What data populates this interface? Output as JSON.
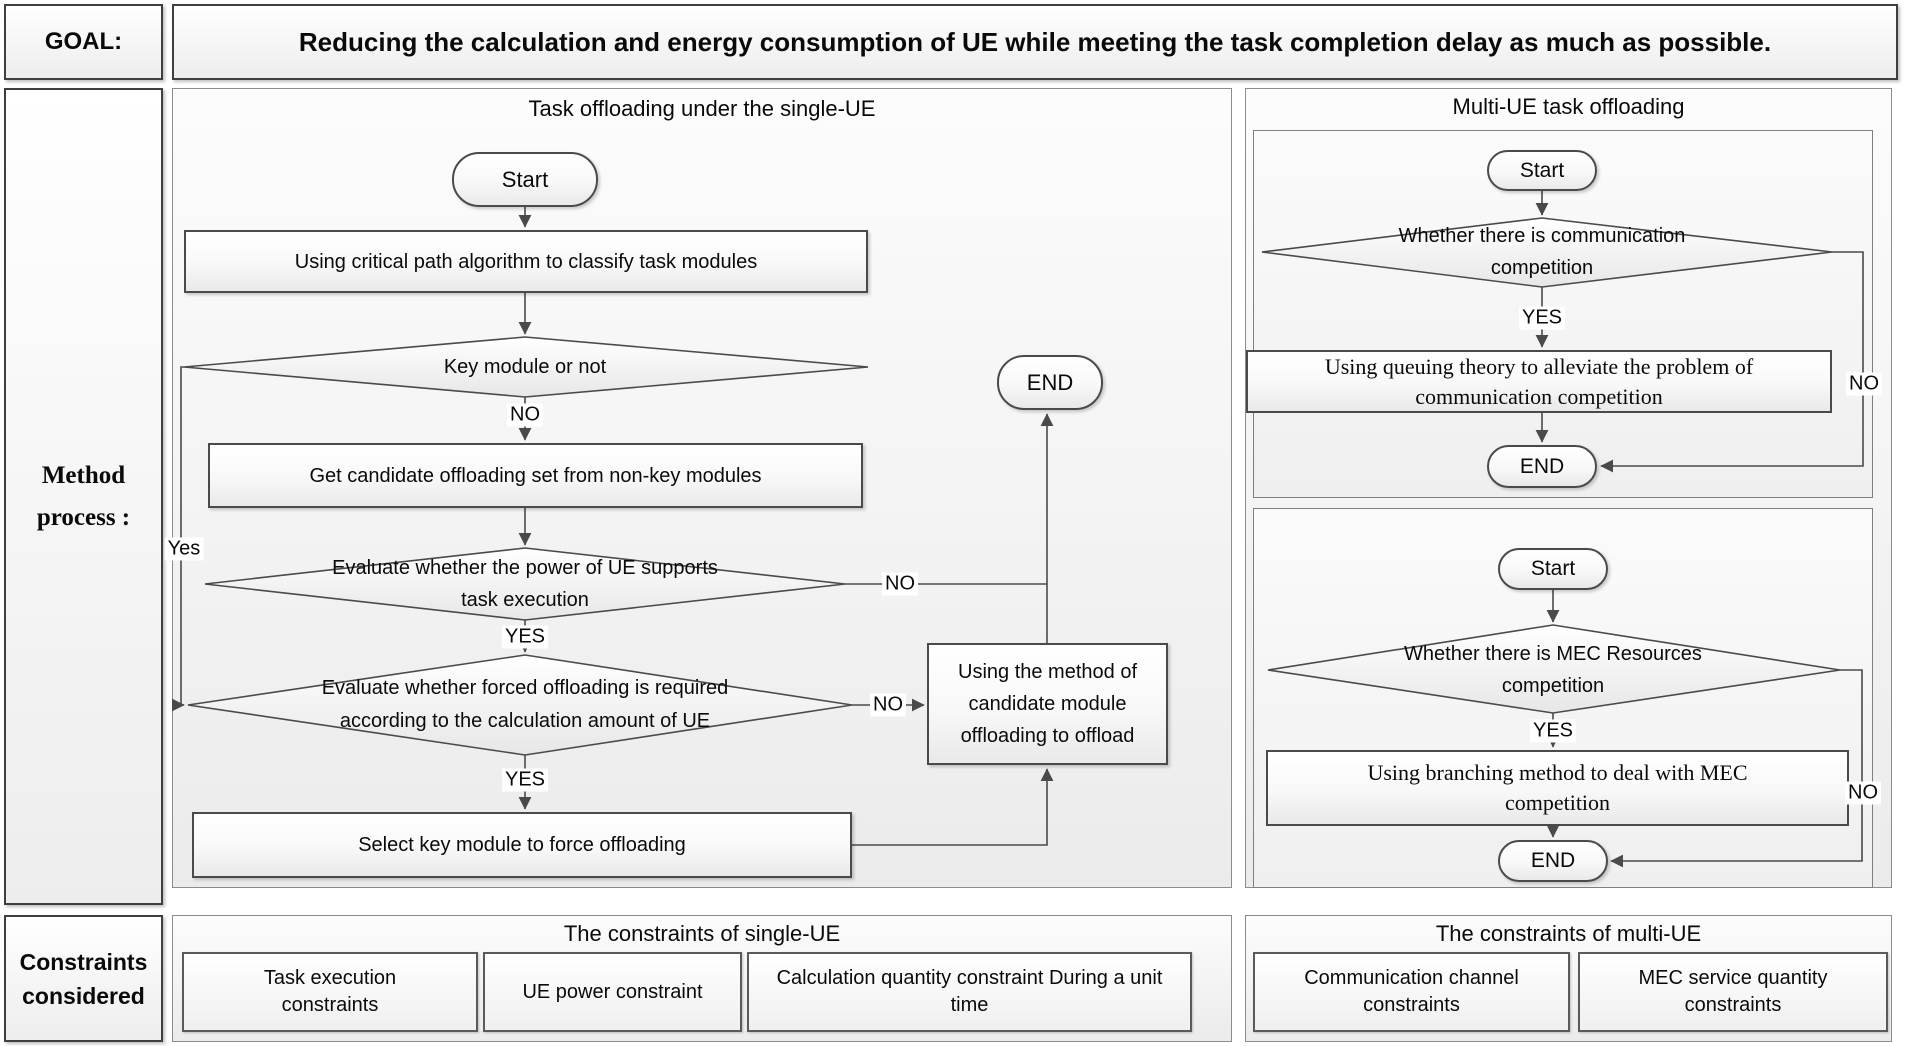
{
  "palette": {
    "border_dark": "#3f3f3f",
    "border_node": "#4a4a4a",
    "panel_fill": "#f1f1f1",
    "connector": "#4a4a4a"
  },
  "goal": {
    "label": "GOAL:",
    "text": "Reducing the calculation and energy consumption of UE while meeting the task completion delay as much as possible."
  },
  "method": {
    "label_line1": "Method",
    "label_line2": "process :",
    "single_ue": {
      "title": "Task offloading under the single-UE",
      "start": "Start",
      "end": "END",
      "box_classify": "Using critical path algorithm to classify task modules",
      "diamond_key": "Key module or not",
      "no_key": "NO",
      "yes_left": "Yes",
      "box_candidate_set": "Get candidate offloading set from non-key modules",
      "diamond_power": "Evaluate whether the power of UE supports task execution",
      "no_power": "NO",
      "yes_power": "YES",
      "diamond_forced": "Evaluate whether forced offloading is required according to the calculation amount of UE",
      "no_forced": "NO",
      "yes_forced": "YES",
      "box_select": "Select key module to force offloading",
      "box_candidate_method": "Using the method of candidate module offloading to offload"
    },
    "multi_ue": {
      "title": "Multi-UE task offloading",
      "chart1": {
        "start": "Start",
        "diamond": "Whether there is communication competition",
        "yes": "YES",
        "no": "NO",
        "box": "Using queuing theory to alleviate the problem of communication competition",
        "end": "END"
      },
      "chart2": {
        "start": "Start",
        "diamond": "Whether there is MEC Resources competition",
        "yes": "YES",
        "no": "NO",
        "box": "Using branching  method to deal with MEC competition",
        "end": "END"
      }
    }
  },
  "constraints": {
    "label_line1": "Constraints",
    "label_line2": "considered",
    "single_ue": {
      "title": "The constraints of single-UE",
      "items": [
        "Task execution constraints",
        "UE power constraint",
        "Calculation quantity constraint During a unit time"
      ]
    },
    "multi_ue": {
      "title": "The constraints of multi-UE",
      "items": [
        "Communication channel constraints",
        "MEC service quantity constraints"
      ]
    }
  }
}
